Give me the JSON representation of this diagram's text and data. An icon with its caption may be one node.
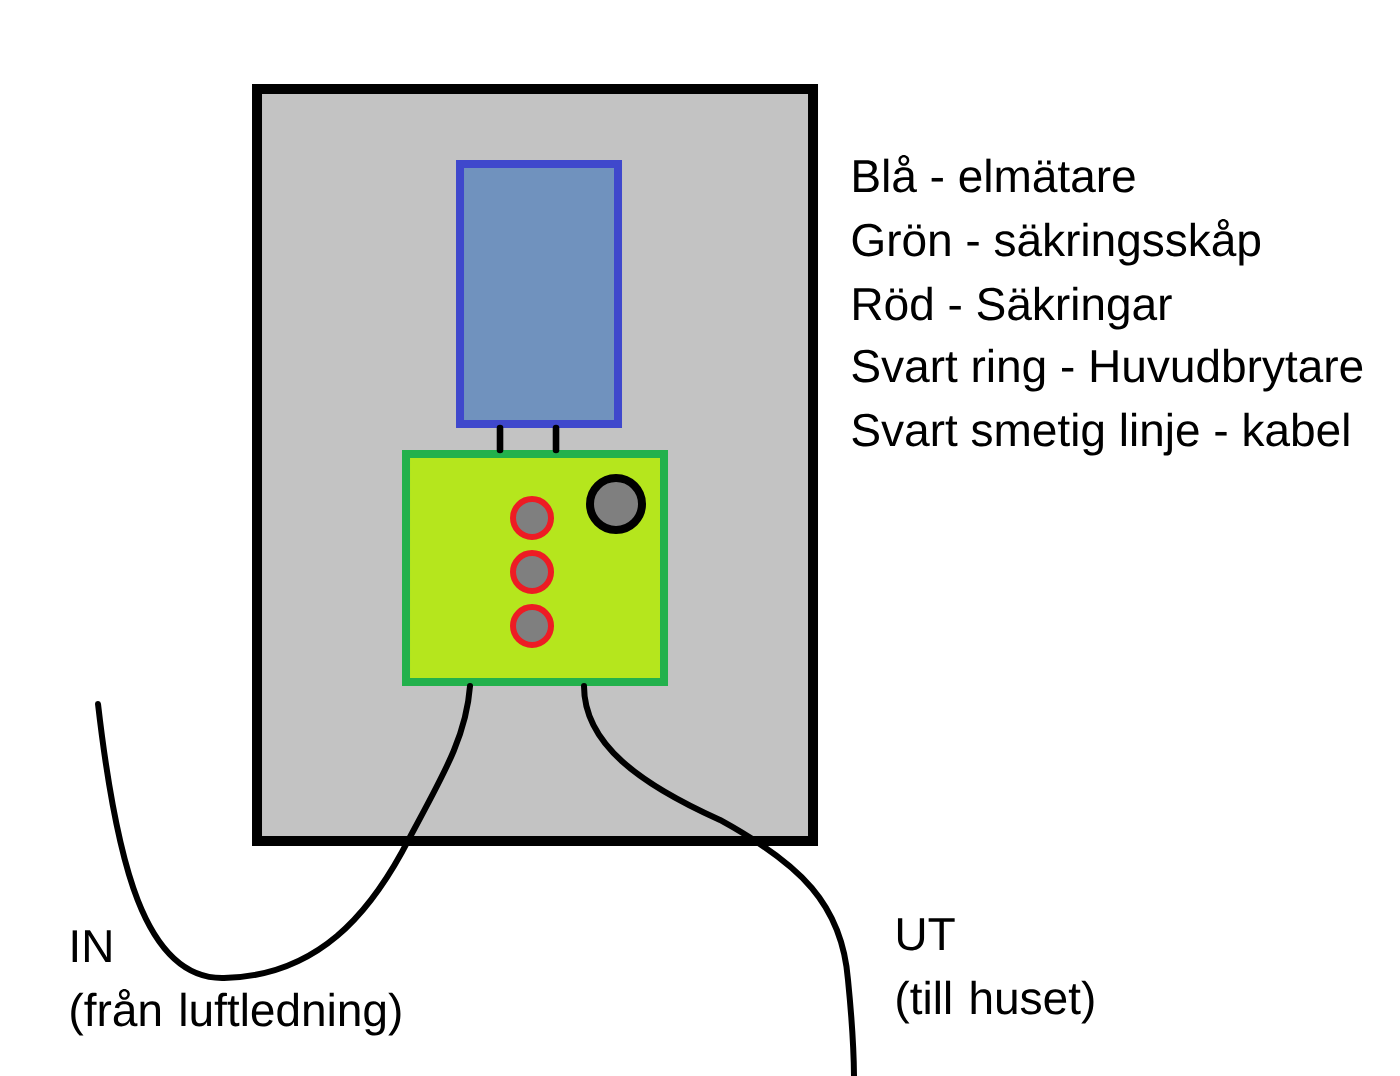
{
  "diagram": {
    "nodes": [
      {
        "text": [],
        "shape": "box"
      },
      {
        "text": [],
        "shape": "box",
        "in": 0
      },
      {
        "text": [],
        "shape": "box",
        "in": 0
      },
      {
        "text": [],
        "shape": "circle",
        "in": 2
      },
      {
        "text": [],
        "shape": "circle",
        "in": 2
      },
      {
        "text": [],
        "shape": "circle",
        "in": 2
      },
      {
        "text": [],
        "shape": "circle",
        "in": 2
      }
    ],
    "edges": [
      {
        "from": 1,
        "to": 2,
        "arrow": "none"
      },
      {
        "from": 1,
        "to": 2,
        "arrow": "none"
      },
      {
        "from": null,
        "to": 2,
        "arrow": "none",
        "label": "IN (från luftledning)"
      },
      {
        "from": 2,
        "to": null,
        "arrow": "none",
        "label": "UT (till huset)"
      }
    ],
    "labels": [
      "Blå - elmätare",
      "Grön - säkringsskåp",
      "Röd - Säkringar",
      "Svart ring - Huvudbrytare",
      "Svart smetig linje - kabel"
    ]
  }
}
